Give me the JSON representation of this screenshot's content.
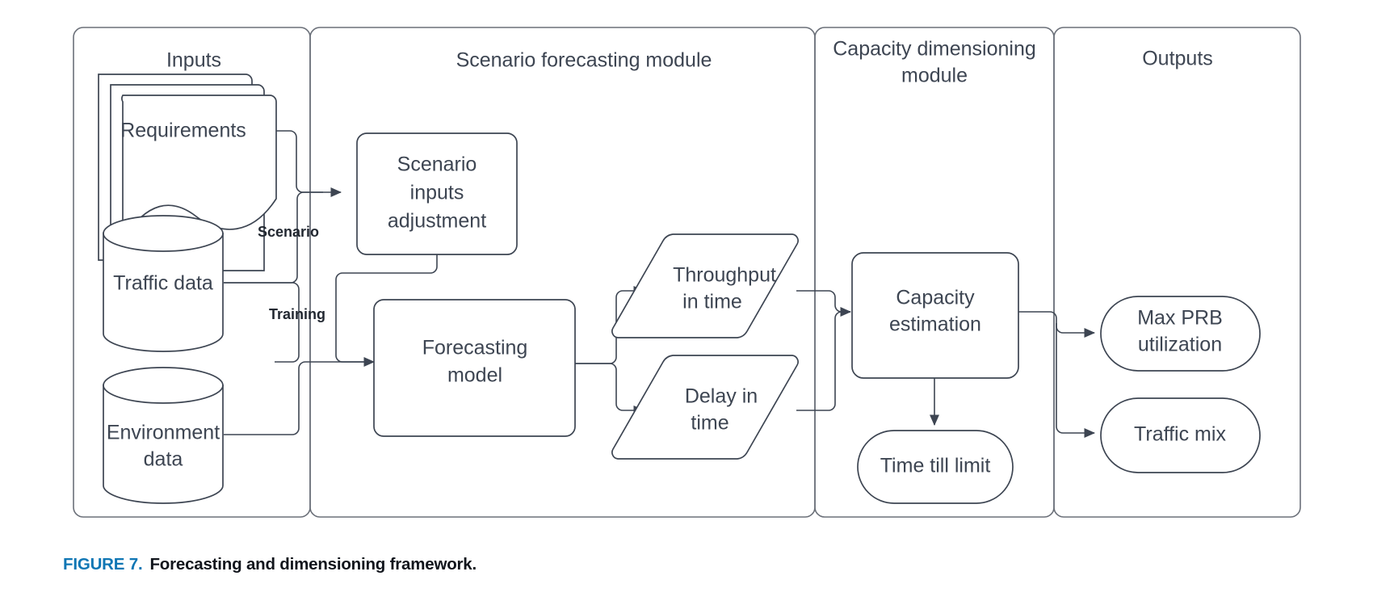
{
  "figure": {
    "number_label": "FIGURE 7.",
    "caption": "Forecasting and dimensioning framework.",
    "accent_color": "#0f76b4",
    "text_color": "#3d4552",
    "stroke_color": "#3d4552",
    "panel_stroke_color": "#6b7079"
  },
  "panels": [
    {
      "id": "inputs",
      "title": "Inputs"
    },
    {
      "id": "scenario_forecasting",
      "title": "Scenario forecasting module"
    },
    {
      "id": "capacity_dimensioning",
      "title_line1": "Capacity dimensioning",
      "title_line2": "module"
    },
    {
      "id": "outputs",
      "title": "Outputs"
    }
  ],
  "nodes": {
    "requirements": {
      "label": "Requirements",
      "shape": "document-stack"
    },
    "traffic_data": {
      "label": "Traffic data",
      "shape": "cylinder"
    },
    "environment_data": {
      "label_line1": "Environment",
      "label_line2": "data",
      "shape": "cylinder"
    },
    "scenario_inputs_adjustment": {
      "label_line1": "Scenario",
      "label_line2": "inputs",
      "label_line3": "adjustment",
      "shape": "rounded-rect"
    },
    "forecasting_model": {
      "label_line1": "Forecasting",
      "label_line2": "model",
      "shape": "rounded-rect"
    },
    "throughput_in_time": {
      "label_line1": "Throughput",
      "label_line2": "in time",
      "shape": "parallelogram"
    },
    "delay_in_time": {
      "label_line1": "Delay in",
      "label_line2": "time",
      "shape": "parallelogram"
    },
    "capacity_estimation": {
      "label_line1": "Capacity",
      "label_line2": "estimation",
      "shape": "rounded-rect"
    },
    "time_till_limit": {
      "label": "Time till limit",
      "shape": "stadium"
    },
    "max_prb_utilization": {
      "label_line1": "Max PRB",
      "label_line2": "utilization",
      "shape": "stadium"
    },
    "traffic_mix": {
      "label": "Traffic mix",
      "shape": "stadium"
    }
  },
  "edge_labels": {
    "scenario": "Scenario",
    "training": "Training"
  }
}
